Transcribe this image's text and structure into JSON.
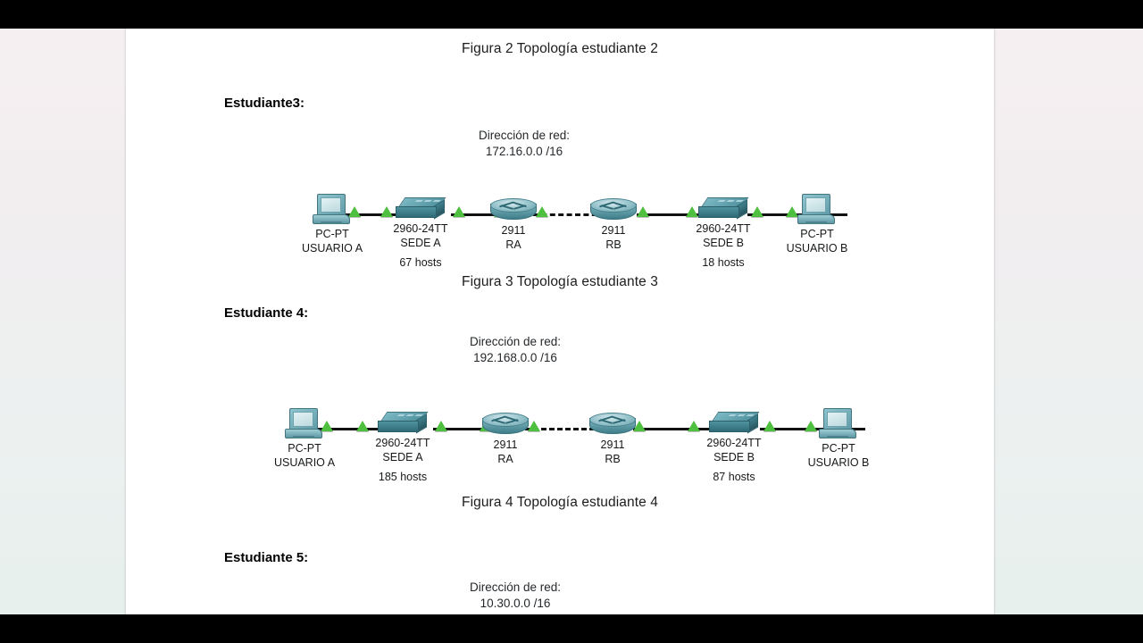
{
  "page": {
    "background_color": "#ffffff",
    "margin_color": "#f1eef0",
    "letterbox_color": "#000000"
  },
  "captions": {
    "figura2": "Figura 2 Topología estudiante 2",
    "figura3": "Figura 3 Topología estudiante 3",
    "figura4": "Figura 4 Topología estudiante 4"
  },
  "sections": [
    {
      "student_label": "Estudiante3:",
      "net_title": "Dirección de red:",
      "net_address": "172.16.0.0 /16",
      "nodes": [
        {
          "type": "pc",
          "line1": "PC-PT",
          "line2": "USUARIO A",
          "hosts": ""
        },
        {
          "type": "switch",
          "line1": "2960-24TT",
          "line2": "SEDE A",
          "hosts": "67 hosts"
        },
        {
          "type": "router",
          "line1": "2911",
          "line2": "RA",
          "hosts": ""
        },
        {
          "type": "router",
          "line1": "2911",
          "line2": "RB",
          "hosts": ""
        },
        {
          "type": "switch",
          "line1": "2960-24TT",
          "line2": "SEDE B",
          "hosts": "18 hosts"
        },
        {
          "type": "pc",
          "line1": "PC-PT",
          "line2": "USUARIO B",
          "hosts": ""
        }
      ]
    },
    {
      "student_label": "Estudiante 4:",
      "net_title": "Dirección de red:",
      "net_address": "192.168.0.0 /16",
      "nodes": [
        {
          "type": "pc",
          "line1": "PC-PT",
          "line2": "USUARIO A",
          "hosts": ""
        },
        {
          "type": "switch",
          "line1": "2960-24TT",
          "line2": "SEDE A",
          "hosts": "185 hosts"
        },
        {
          "type": "router",
          "line1": "2911",
          "line2": "RA",
          "hosts": ""
        },
        {
          "type": "router",
          "line1": "2911",
          "line2": "RB",
          "hosts": ""
        },
        {
          "type": "switch",
          "line1": "2960-24TT",
          "line2": "SEDE B",
          "hosts": "87 hosts"
        },
        {
          "type": "pc",
          "line1": "PC-PT",
          "line2": "USUARIO B",
          "hosts": ""
        }
      ]
    },
    {
      "student_label": "Estudiante 5:",
      "net_title": "Dirección de red:",
      "net_address": "10.30.0.0 /16",
      "nodes": []
    }
  ],
  "colors": {
    "link_line": "#111111",
    "link_marker_green": "#4fbf3f",
    "device_teal": "#4d8f9c",
    "text": "#1c1c1c"
  }
}
